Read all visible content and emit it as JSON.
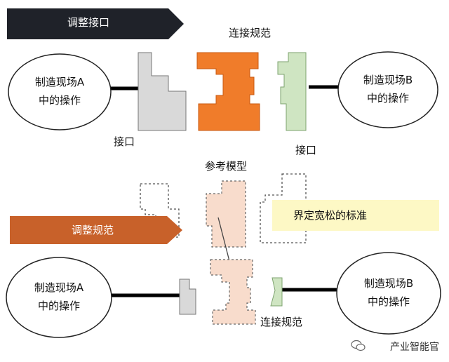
{
  "top_section": {
    "banner": "调整接口",
    "left_ellipse": {
      "line1": "制造现场A",
      "line2": "中的操作"
    },
    "right_ellipse": {
      "line1": "制造现场B",
      "line2": "中的操作"
    },
    "connector_label": "连接规范",
    "interface_left_label": "接口",
    "interface_right_label": "接口"
  },
  "middle_section": {
    "reference_label": "参考模型",
    "note": "界定宽松的标准"
  },
  "bottom_section": {
    "banner": "调整规范",
    "left_ellipse": {
      "line1": "制造现场A",
      "line2": "中的操作"
    },
    "right_ellipse": {
      "line1": "制造现场B",
      "line2": "中的操作"
    },
    "connector_label": "连接规范"
  },
  "watermark": "产业智能官",
  "colors": {
    "banner_dark": "#1f2229",
    "banner_orange": "#c8612a",
    "connector_orange": "#f07c2a",
    "interface_gray": "#d9d9d9",
    "interface_green": "#cfe5c2",
    "reference_pink": "#f8dccc",
    "note_yellow": "#fdf8c5"
  }
}
